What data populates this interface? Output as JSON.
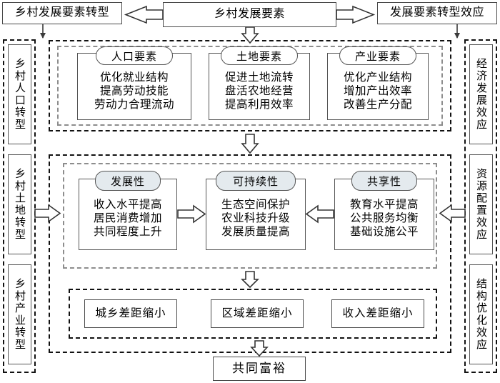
{
  "diagram": {
    "title_center": "乡村发展要素",
    "title_left": "乡村发展要素转型",
    "title_right": "发展要素转型效应",
    "left_sidebar": {
      "items": [
        {
          "label": "乡村人口转型"
        },
        {
          "label": "乡村土地转型"
        },
        {
          "label": "乡村产业转型"
        }
      ]
    },
    "right_sidebar": {
      "items": [
        {
          "label": "经济发展效应"
        },
        {
          "label": "资源配置效应"
        },
        {
          "label": "结构优化效应"
        }
      ]
    },
    "panel_elements": {
      "cards": [
        {
          "header": "人口要素",
          "body": "优化就业结构\n提高劳动技能\n劳动力合理流动"
        },
        {
          "header": "土地要素",
          "body": "促进土地流转\n盘活农地经营\n提高利用效率"
        },
        {
          "header": "产业要素",
          "body": "优化产业结构\n增加产出效率\n改善生产分配"
        }
      ]
    },
    "panel_dimensions": {
      "cards": [
        {
          "header": "发展性",
          "body": "收入水平提高\n居民消费增加\n共同程度上升"
        },
        {
          "header": "可持续性",
          "body": "生态空间保护\n农业科技升级\n发展质量提高"
        },
        {
          "header": "共享性",
          "body": "教育水平提高\n公共服务均衡\n基础设施公平"
        }
      ]
    },
    "panel_gaps": {
      "items": [
        {
          "label": "城乡差距缩小"
        },
        {
          "label": "区域差距缩小"
        },
        {
          "label": "收入差距缩小"
        }
      ]
    },
    "outcome": "共同富裕",
    "colors": {
      "pill_fill": "#e4eaee",
      "node_border": "#555555",
      "dash_outer": "#111111",
      "dash_inner": "#8d8d8d"
    }
  }
}
